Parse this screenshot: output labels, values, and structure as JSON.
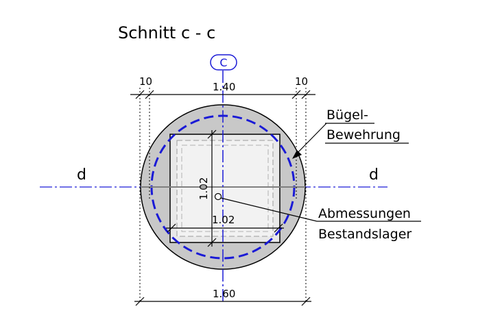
{
  "drawing": {
    "title": "Schnitt c - c",
    "axis_marker": "C",
    "section_left": "d",
    "section_right": "d",
    "dim_top_left": "10",
    "dim_top_right": "10",
    "dim_top_total": "1.40",
    "dim_bottom_total": "1.60",
    "dim_inner_vertical": "1.02",
    "dim_inner_horizontal": "1.02",
    "label_reinforcement_line1": "Bügel-",
    "label_reinforcement_line2": "Bewehrung",
    "label_bearing_line1": "Abmessungen",
    "label_bearing_line2": "Bestandslager"
  },
  "colors": {
    "concrete_fill": "#c8c8c8",
    "bearing_fill": "#eeeeee",
    "axis_blue": "#1a1ad6",
    "line_black": "#000000"
  }
}
